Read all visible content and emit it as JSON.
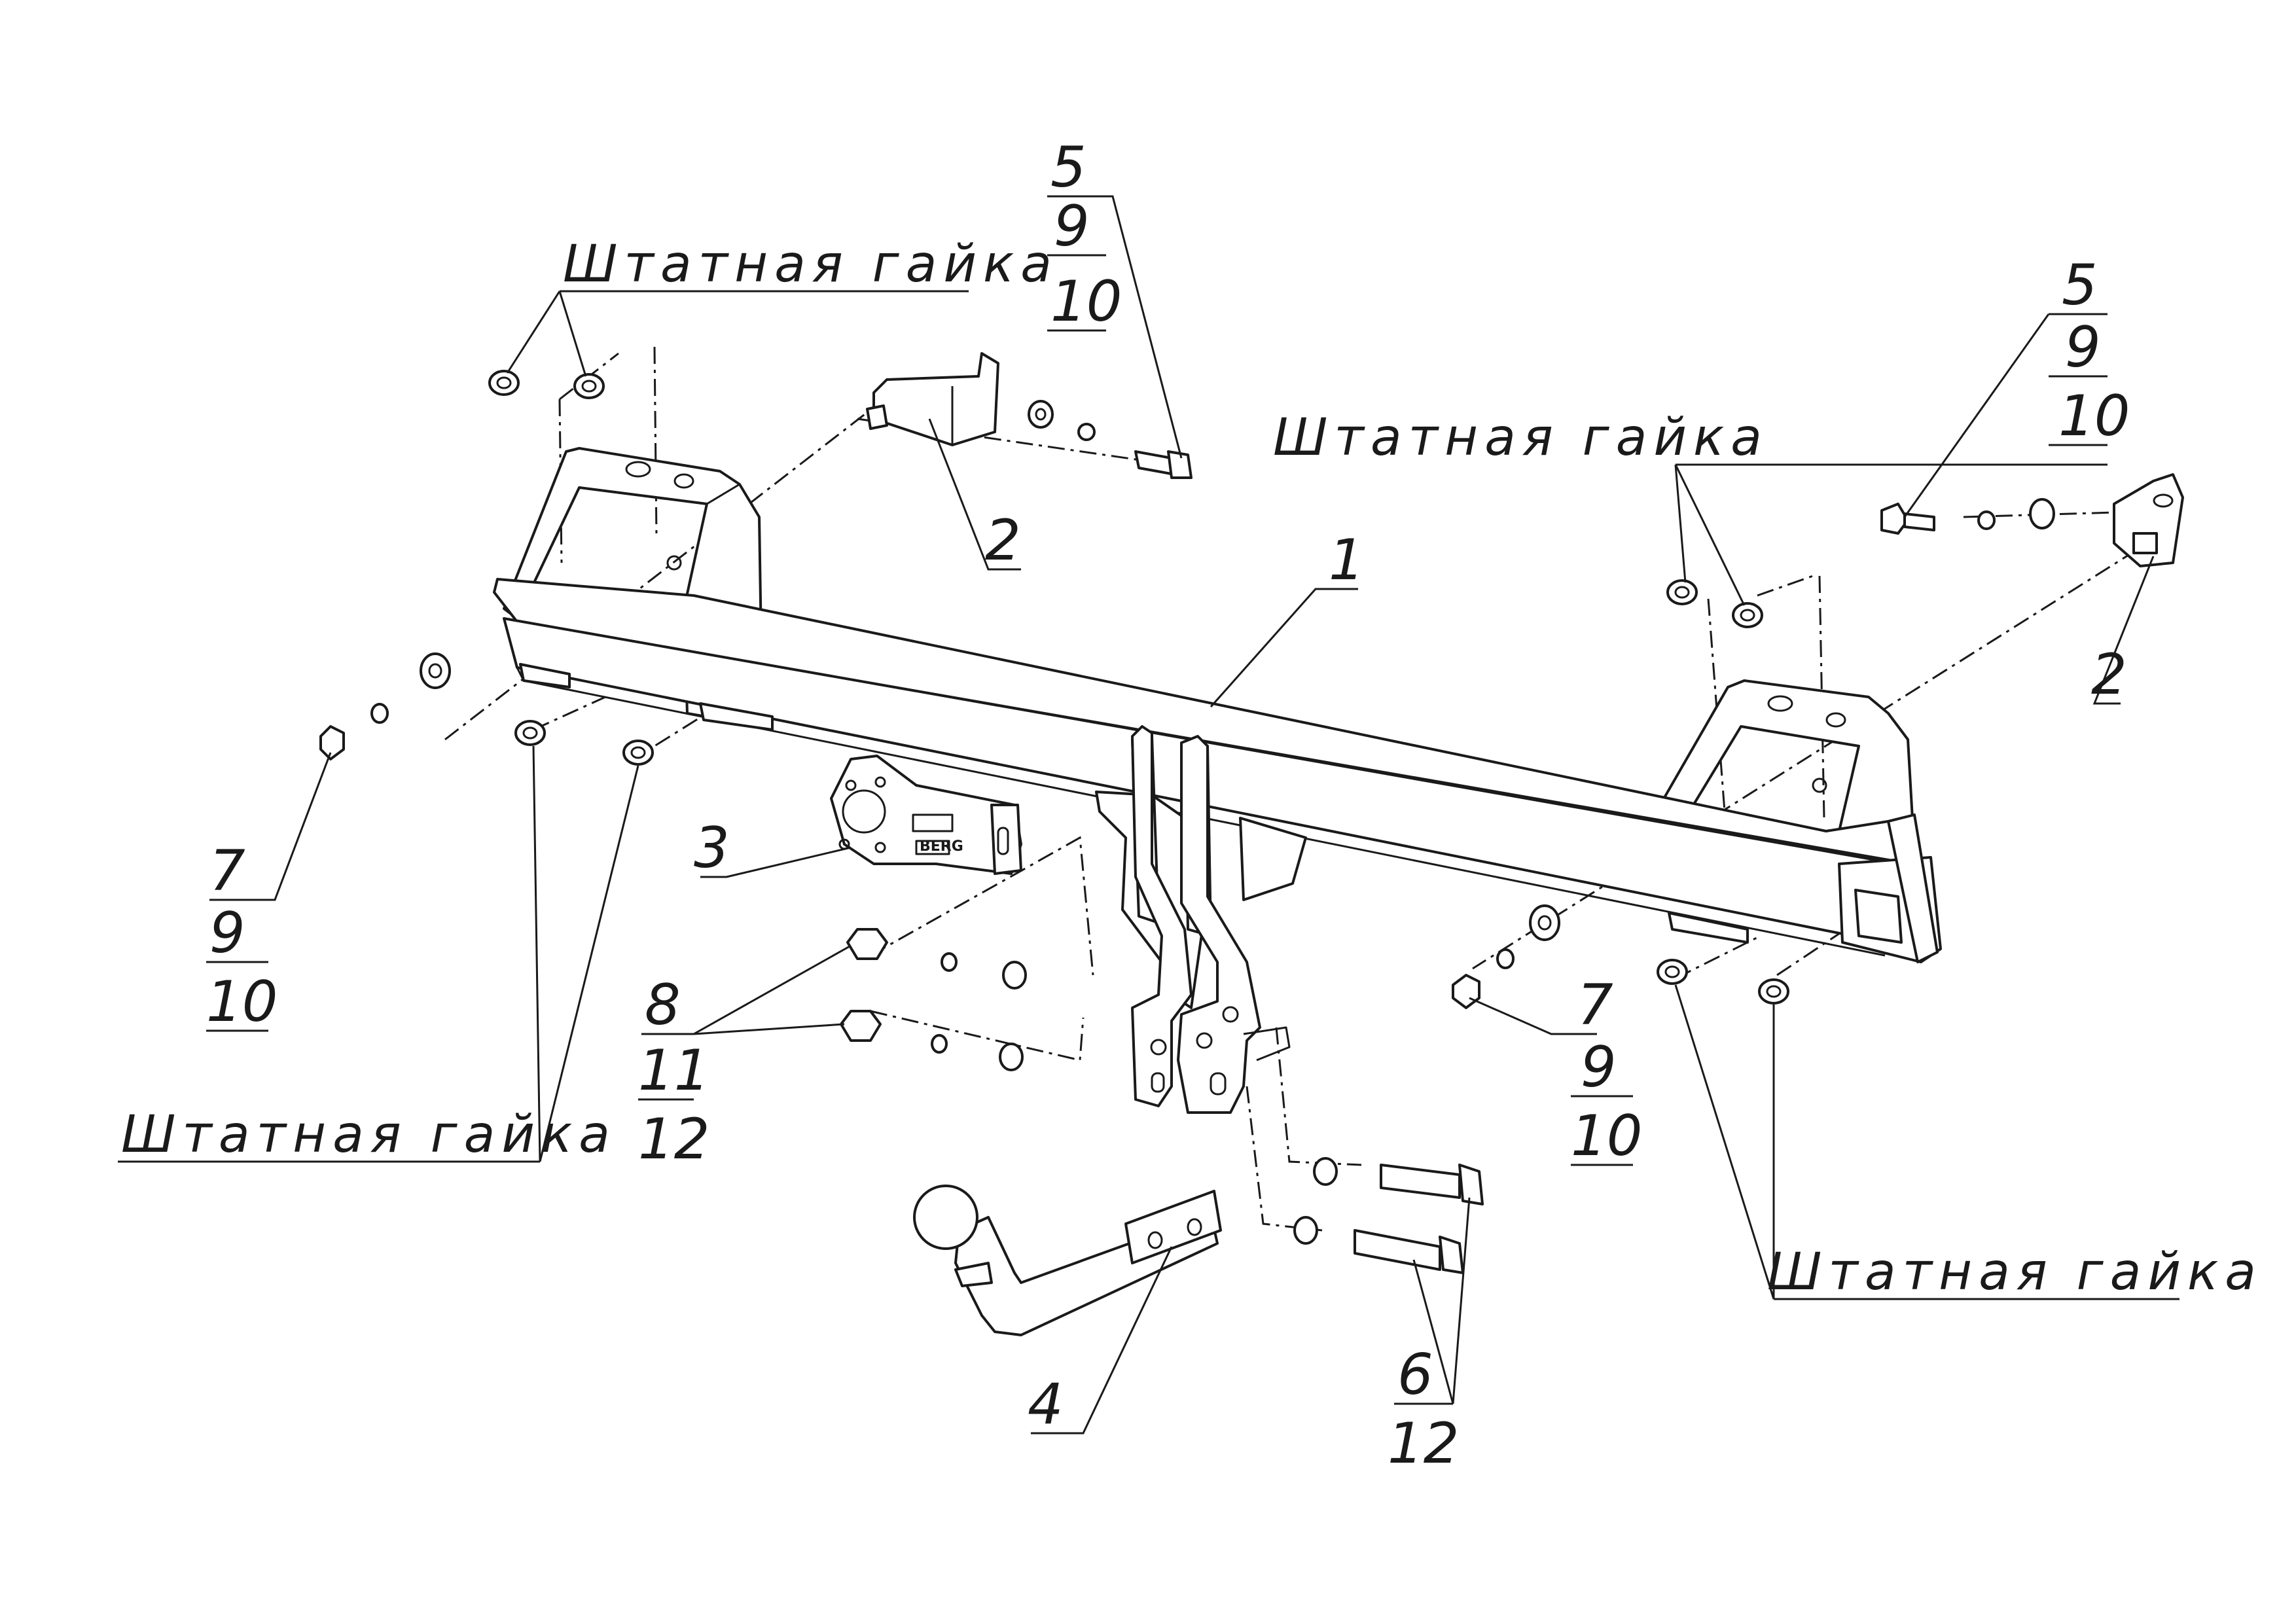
{
  "callouts": {
    "nut_top_left": "Штатная гайка",
    "nut_top_right": "Штатная гайка",
    "nut_bottom_left": "Штатная гайка",
    "nut_bottom_right": "Штатная гайка",
    "beam": "1",
    "bracket_left": "2",
    "bracket_right": "2",
    "socket_plate": "3",
    "ball_mount": "4",
    "stack_top": [
      "5",
      "9",
      "10"
    ],
    "stack_right": [
      "5",
      "9",
      "10"
    ],
    "stack_left_lower": [
      "7",
      "9",
      "10"
    ],
    "stack_right_lower": [
      "7",
      "9",
      "10"
    ],
    "stack_middle": [
      "8",
      "11",
      "12"
    ],
    "stack_bottom": [
      "6",
      "12"
    ]
  },
  "socket_logo": "BERG"
}
